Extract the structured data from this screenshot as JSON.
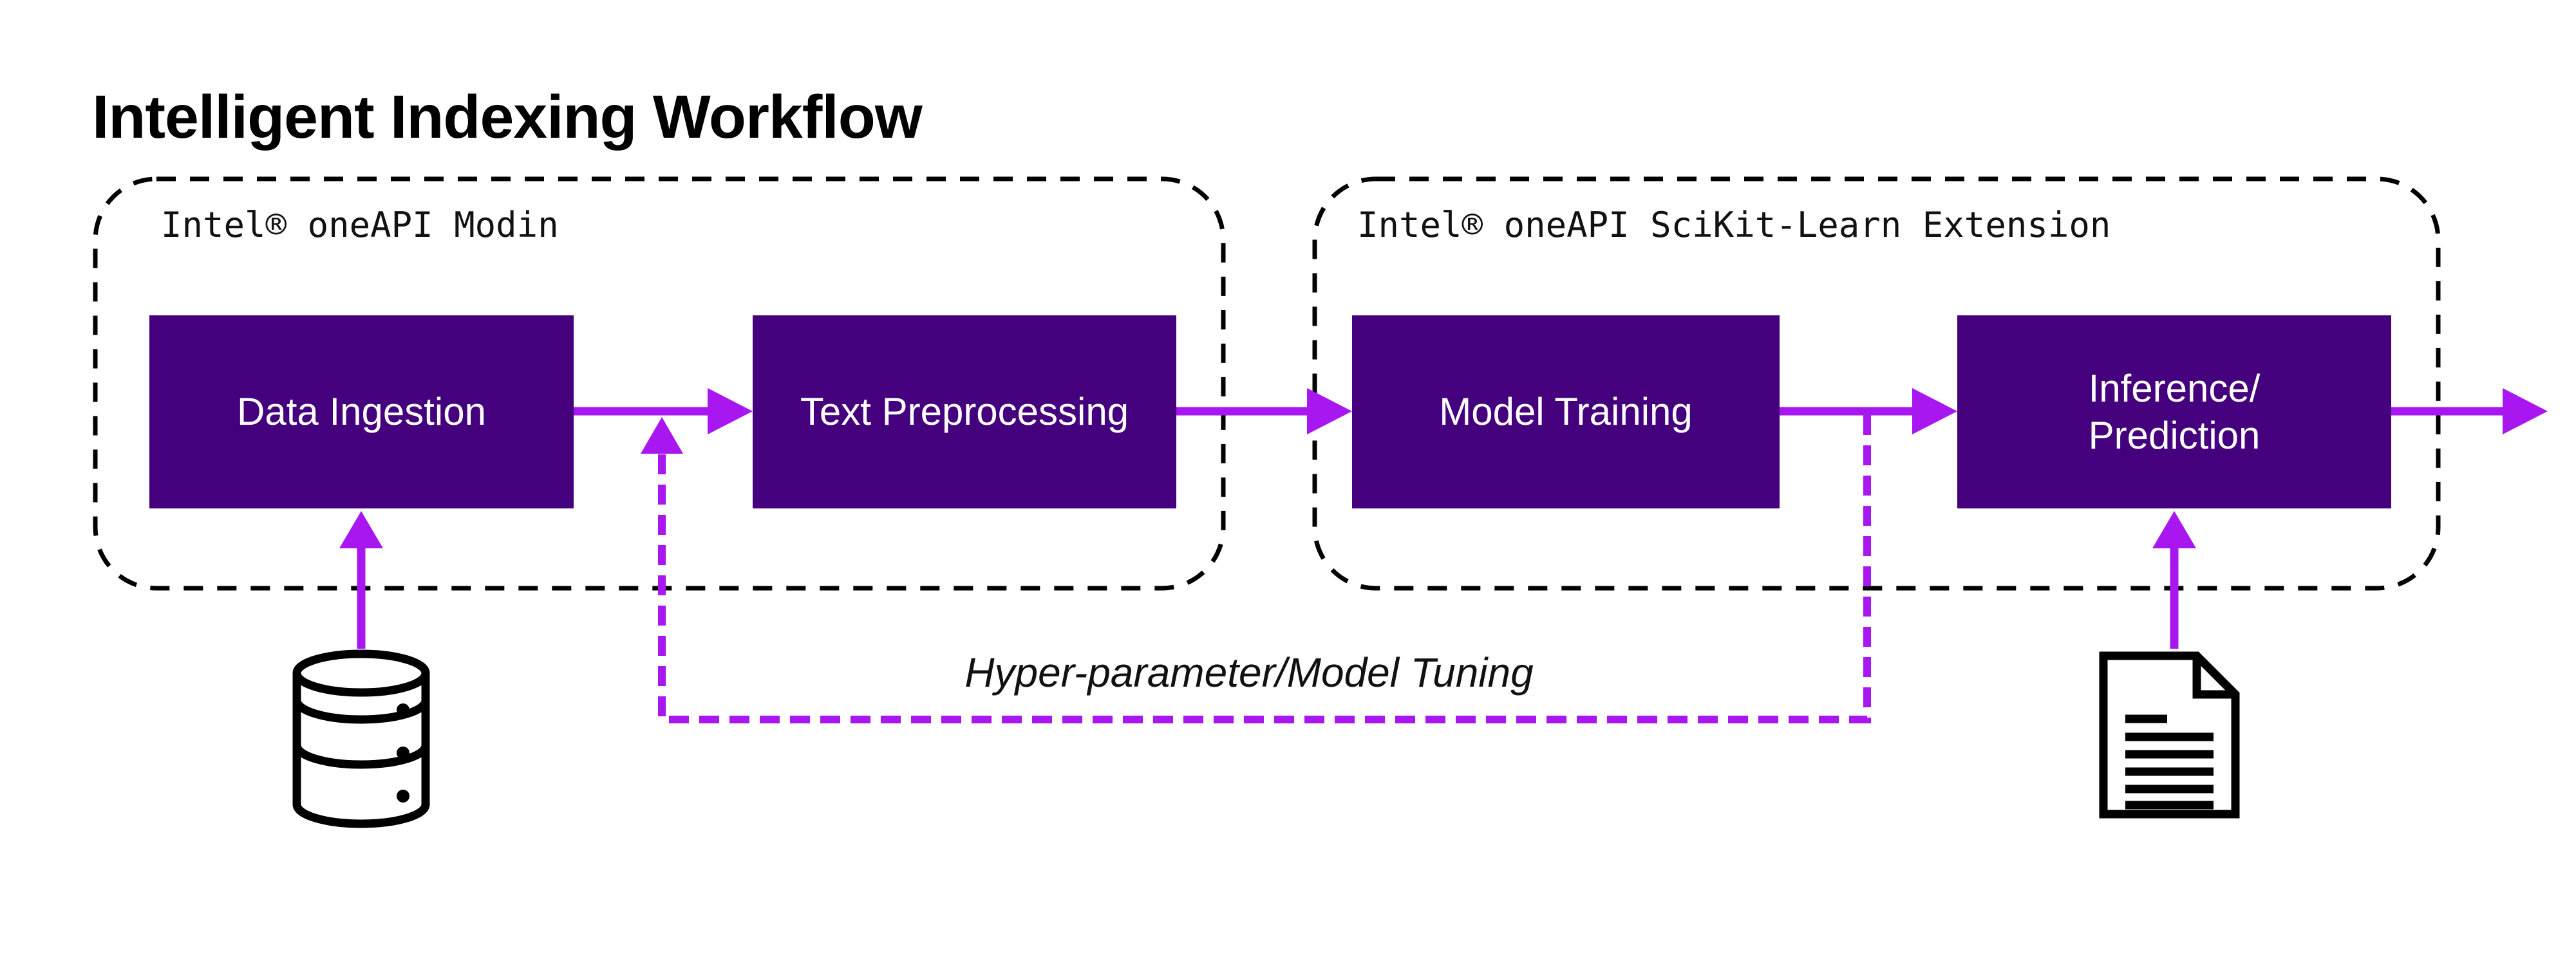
{
  "title": "Intelligent Indexing Workflow",
  "groups": [
    {
      "label": "Intel® oneAPI Modin"
    },
    {
      "label": "Intel® oneAPI SciKit-Learn Extension"
    }
  ],
  "nodes": [
    {
      "label": "Data Ingestion"
    },
    {
      "label": "Text Preprocessing"
    },
    {
      "label": "Model Training"
    },
    {
      "label": "Inference/\nPrediction"
    }
  ],
  "feedback_label": "Hyper-parameter/Model Tuning",
  "icons": [
    {
      "name": "database-icon"
    },
    {
      "name": "document-icon"
    }
  ],
  "colors": {
    "background": "#FFFFFF",
    "node_fill": "#44007D",
    "node_text": "#FFFFFF",
    "arrow": "#A816F0",
    "outline": "#000000",
    "text": "#111111"
  }
}
